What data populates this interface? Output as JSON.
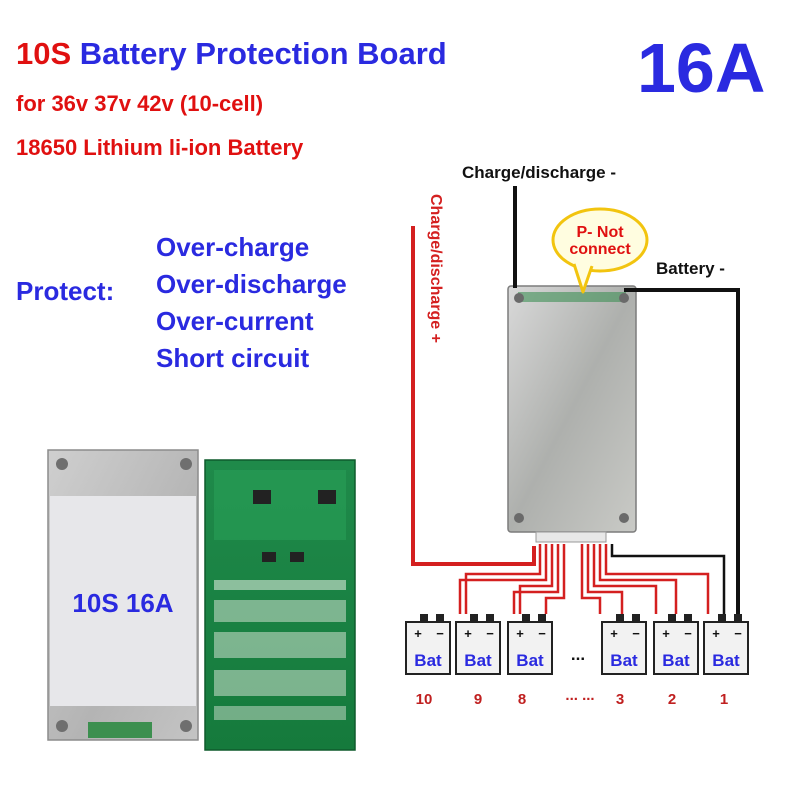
{
  "header": {
    "title_prefix": "10S",
    "title_main": "Battery Protection Board",
    "subtitle_line1": "for 36v 37v 42v (10-cell)",
    "subtitle_line2": "18650 Lithium li-ion Battery",
    "rating": "16A"
  },
  "protect": {
    "label": "Protect:",
    "items": [
      "Over-charge",
      "Over-discharge",
      "Over-current",
      "Short circuit"
    ]
  },
  "product": {
    "label": "10S 16A"
  },
  "diagram": {
    "wire_charge_discharge_minus": "Charge/discharge -",
    "wire_charge_discharge_plus": "Charge/discharge +",
    "wire_battery_minus": "Battery -",
    "callout_line1": "P- Not",
    "callout_line2": "connect",
    "cell_label": "Bat",
    "terminal_plus": "+",
    "terminal_minus": "−",
    "ellipsis": "...",
    "cell_numbers": [
      "10",
      "9",
      "8",
      "3",
      "2",
      "1"
    ],
    "number_ellipsis": "... ..."
  },
  "colors": {
    "red_text": "#e01010",
    "blue_text": "#2a2ae0",
    "wire_red": "#d42020",
    "wire_black": "#111111"
  }
}
